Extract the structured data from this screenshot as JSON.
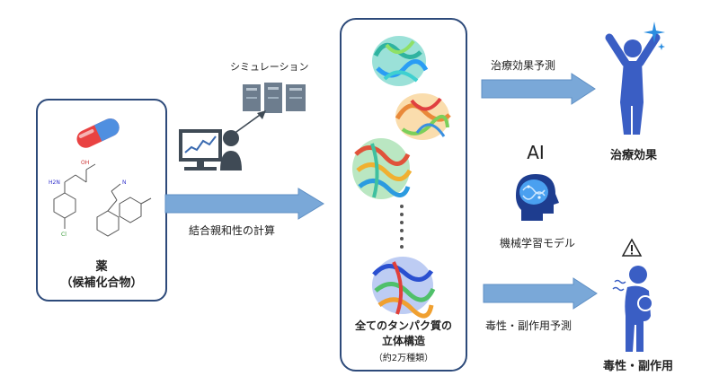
{
  "drug": {
    "title": "薬",
    "subtitle": "（候補化合物）"
  },
  "simulation": {
    "label": "シミュレーション"
  },
  "binding": {
    "label": "結合親和性の計算"
  },
  "proteins": {
    "title_line1": "全てのタンパク質の",
    "title_line2": "立体構造",
    "count": "（約2万種類）"
  },
  "therapeutic": {
    "prediction_label": "治療効果予測",
    "outcome_label": "治療効果"
  },
  "ai": {
    "title": "AI",
    "label": "機械学習モデル"
  },
  "toxicity": {
    "prediction_label": "毒性・副作用予測",
    "outcome_label": "毒性・副作用"
  },
  "colors": {
    "box_border": "#2d4a7a",
    "arrow": "#7aa8d8",
    "figure": "#3a5ec4",
    "dark_gray": "#3f4a55"
  }
}
